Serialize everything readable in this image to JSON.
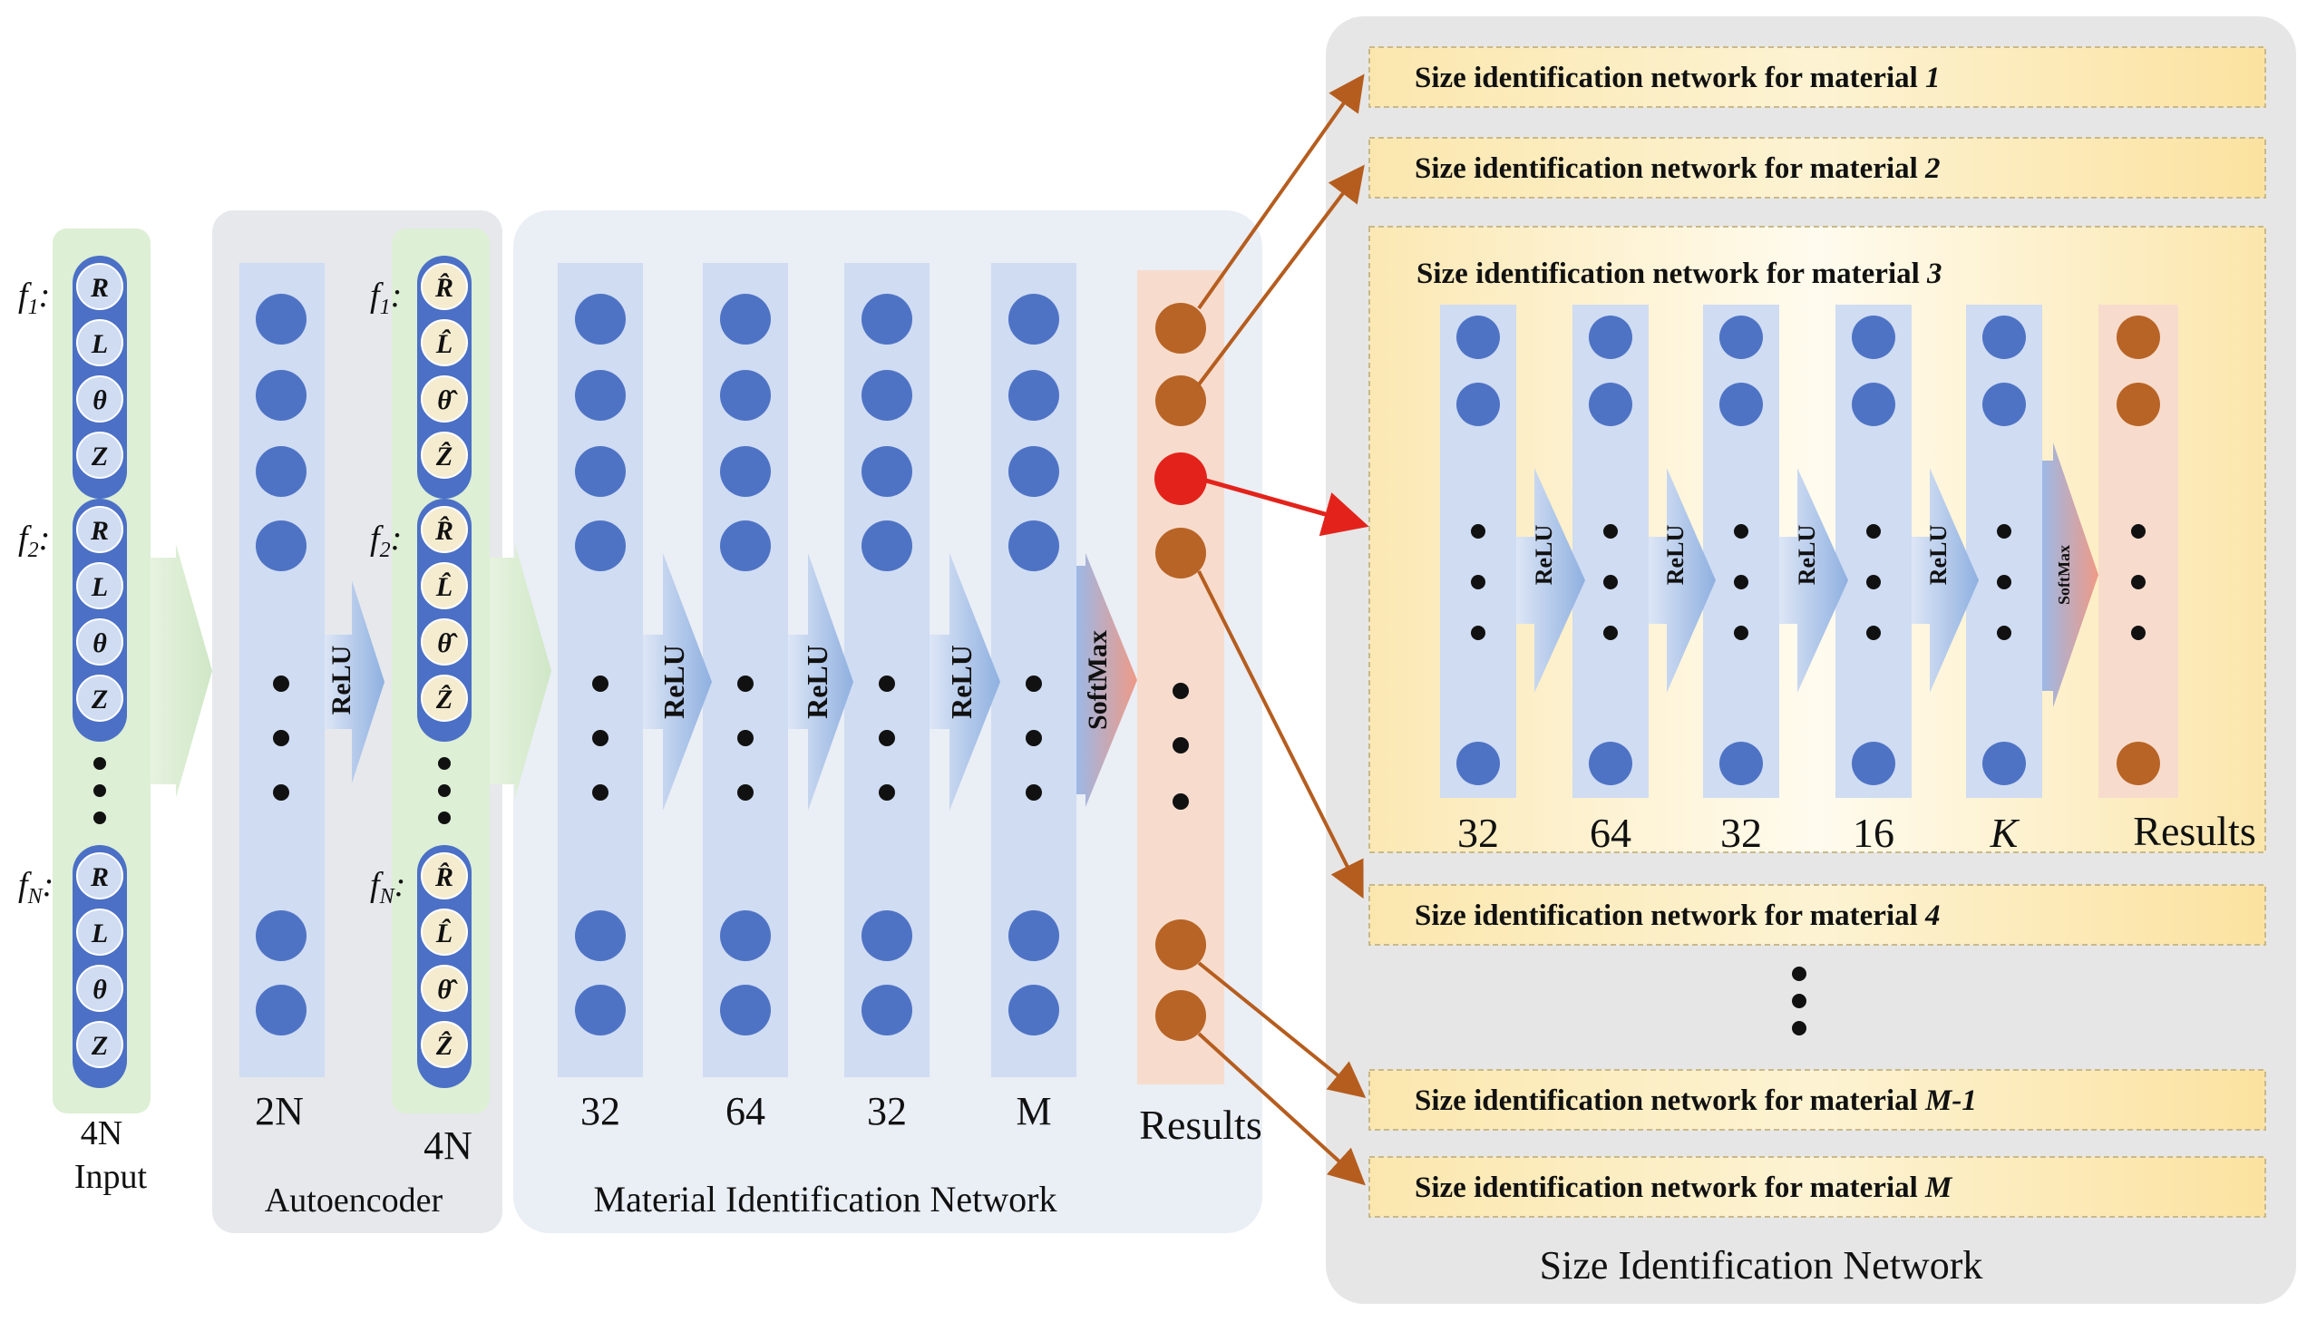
{
  "colors": {
    "neuron": "#4f73c4",
    "result_node": "#b86426",
    "selected_node": "#e3231b",
    "layer_band": "#cfdcf2",
    "input_band": "#ddefd5",
    "result_band": "#f7dccd",
    "panel": "#eaeef5",
    "size_panel": "#e6e6e6",
    "banner": "#fbe9b4",
    "arrow_brown": "#b55d1f",
    "arrow_red": "#e3231b"
  },
  "input": {
    "features": [
      "f1",
      "f2",
      "fN"
    ],
    "feature_vars": [
      "R",
      "L",
      "θ",
      "Z"
    ],
    "size_label": "4N",
    "title": "Input"
  },
  "autoencoder": {
    "hidden_size": "2N",
    "activation": "ReLU",
    "recon_size": "4N",
    "recon_vars": [
      "R̂",
      "L̂",
      "θ̂",
      "Ẑ"
    ],
    "title": "Autoencoder"
  },
  "material_network": {
    "layer_sizes": [
      "32",
      "64",
      "32",
      "M"
    ],
    "activations": [
      "ReLU",
      "ReLU",
      "ReLU"
    ],
    "output_activation": "SoftMax",
    "results_label": "Results",
    "title": "Material Identification Network"
  },
  "size_network": {
    "title": "Size Identification Network",
    "banner_prefix": "Size identification network for material ",
    "banners": [
      {
        "prefix": "Size identification network for material ",
        "id": "1"
      },
      {
        "prefix": "Size identification network for material ",
        "id": "2"
      },
      {
        "prefix": "Size identification network for material ",
        "id": "3"
      },
      {
        "prefix": "Size identification network for material ",
        "id": "4"
      },
      {
        "prefix": "Size identification network for material ",
        "id": "M-1"
      },
      {
        "prefix": "Size identification network for material ",
        "id": "M"
      }
    ],
    "detail": {
      "layer_sizes": [
        "32",
        "64",
        "32",
        "16",
        "K"
      ],
      "activations": [
        "ReLU",
        "ReLU",
        "ReLU",
        "ReLU"
      ],
      "output_activation": "SoftMax",
      "results_label": "Results"
    }
  }
}
